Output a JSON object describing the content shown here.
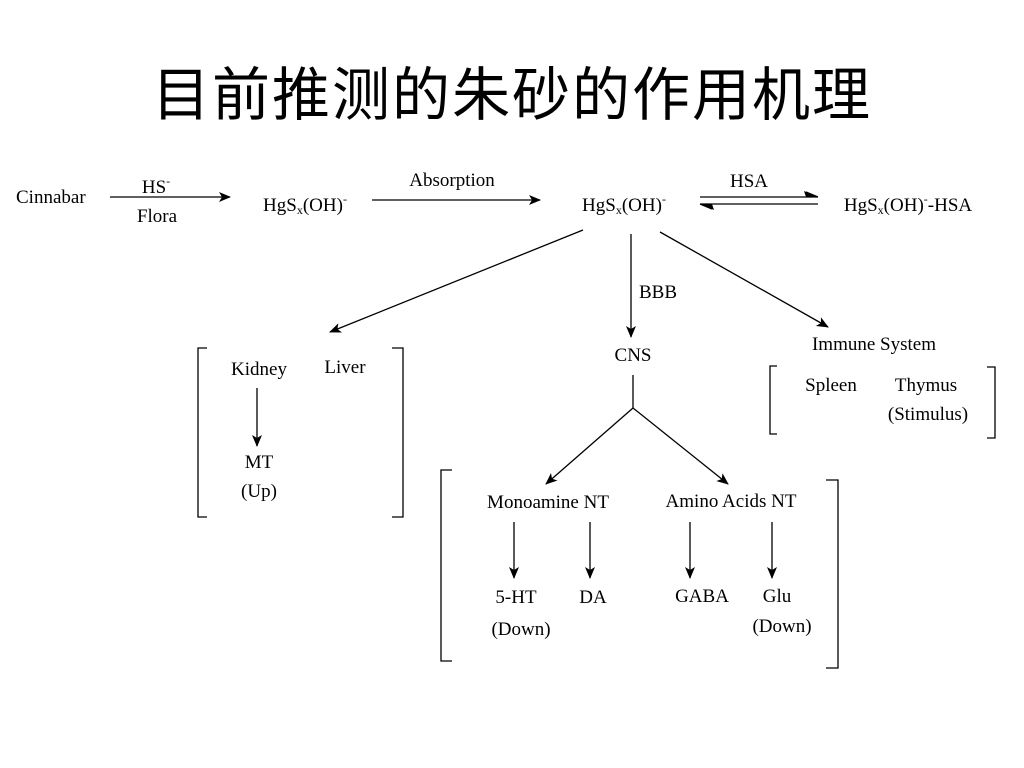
{
  "title": "目前推测的朱砂的作用机理",
  "diagram": {
    "cinnabar": "Cinnabar",
    "hs_reagent": "HS",
    "hs_charge": "-",
    "flora": "Flora",
    "hg_complex": {
      "base": "HgS",
      "sub": "x",
      "tail": "(OH)",
      "charge": "-"
    },
    "absorption": "Absorption",
    "hsa_label": "HSA",
    "hsa_suffix": "-HSA",
    "bbb": "BBB",
    "cns": "CNS",
    "kidney": "Kidney",
    "liver": "Liver",
    "mt": "MT",
    "mt_effect": "(Up)",
    "immune_system": "Immune System",
    "spleen": "Spleen",
    "thymus": "Thymus",
    "thymus_effect": "(Stimulus)",
    "monoamine_nt": "Monoamine NT",
    "amino_acids_nt": "Amino Acids NT",
    "serotonin": "5-HT",
    "serotonin_effect": "(Down)",
    "dopamine": "DA",
    "gaba": "GABA",
    "glutamate": "Glu",
    "glutamate_effect": "(Down)"
  }
}
